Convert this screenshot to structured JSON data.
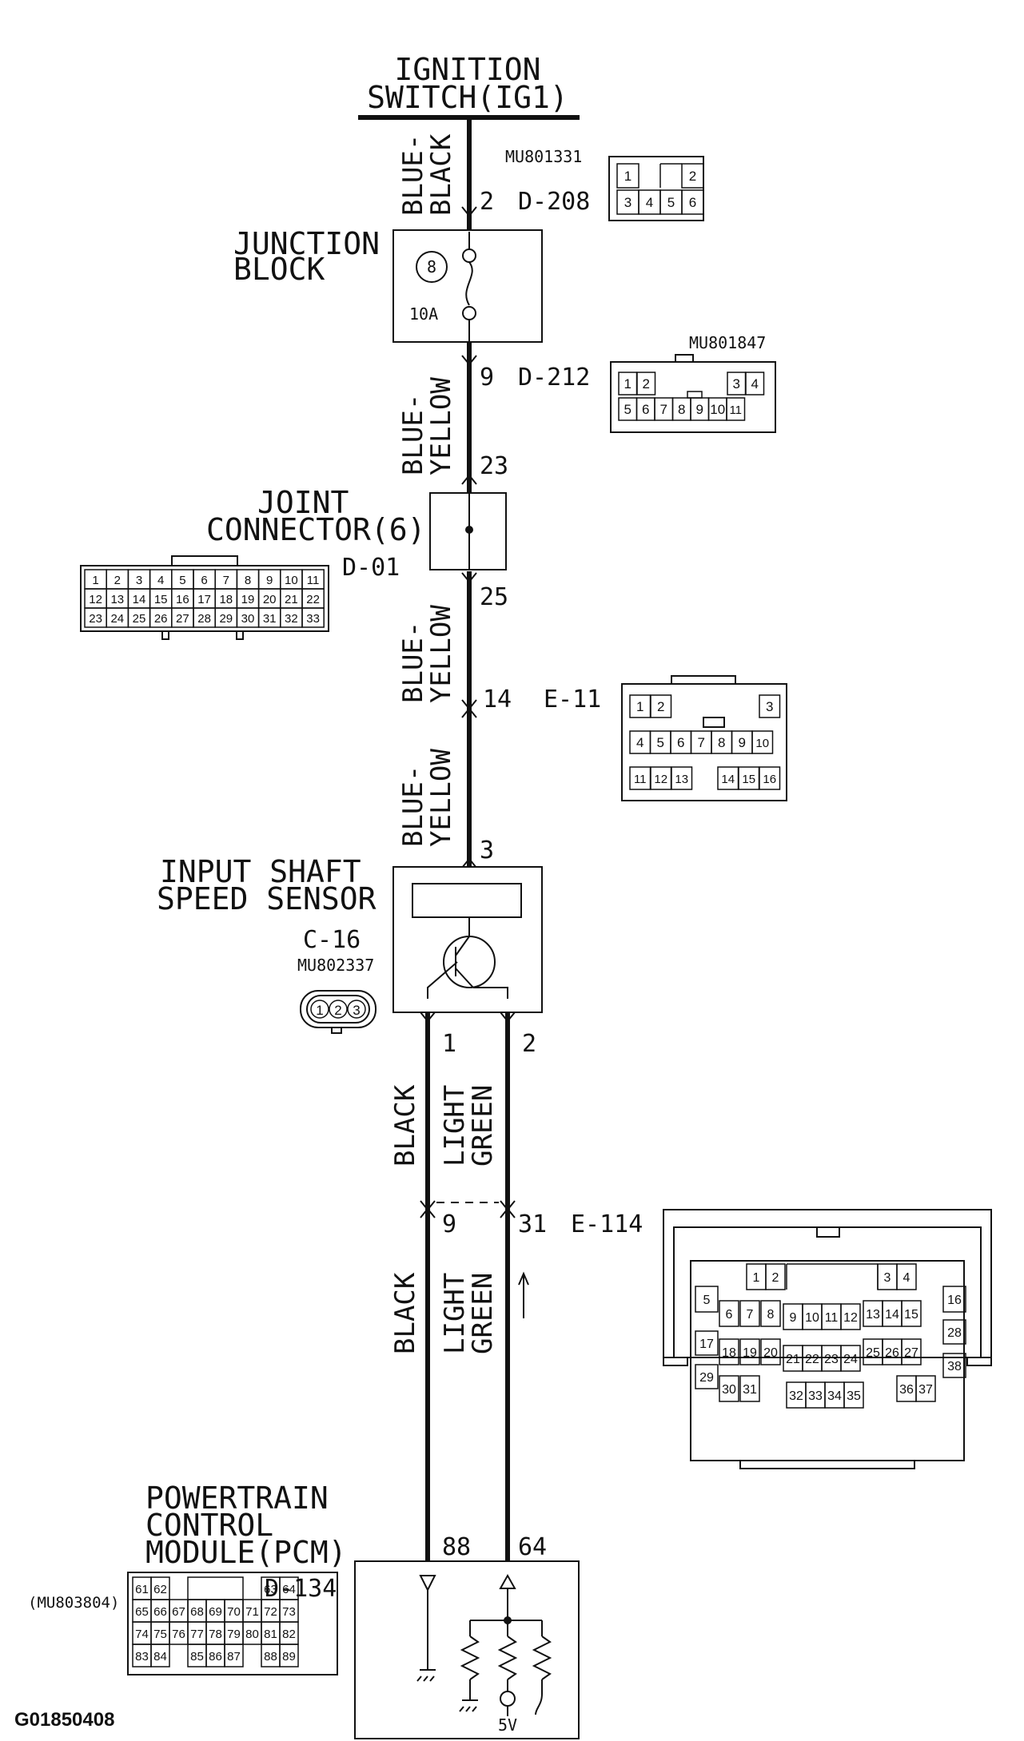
{
  "ignition": {
    "line1": "IGNITION",
    "line2": "SWITCH(IG1)"
  },
  "junction_block": {
    "line1": "JUNCTION",
    "line2": "BLOCK",
    "fuse_no": "8",
    "fuse_rating": "10A"
  },
  "joint_connector": {
    "line1": "JOINT",
    "line2": "CONNECTOR(6)",
    "id": "D-01"
  },
  "sensor": {
    "line1": "INPUT SHAFT",
    "line2": "SPEED SENSOR",
    "id": "C-16",
    "part": "MU802337"
  },
  "pcm": {
    "line1": "POWERTRAIN",
    "line2": "CONTROL",
    "line3": "MODULE(PCM)",
    "id": "D-134",
    "part": "(MU803804)",
    "supply": "5V"
  },
  "wires": {
    "w1": {
      "l1": "BLUE-",
      "l2": "BLACK"
    },
    "w2": {
      "l1": "BLUE-",
      "l2": "YELLOW"
    },
    "w3": {
      "l1": "BLUE-",
      "l2": "YELLOW"
    },
    "w4": {
      "l1": "BLUE-",
      "l2": "YELLOW"
    },
    "black_upper": "BLACK",
    "green_upper": {
      "l1": "LIGHT",
      "l2": "GREEN"
    },
    "black_lower": "BLACK",
    "green_lower": {
      "l1": "LIGHT",
      "l2": "GREEN"
    }
  },
  "pins": {
    "p2": "2",
    "p9": "9",
    "p23": "23",
    "p25": "25",
    "p14": "14",
    "p3": "3",
    "p1s": "1",
    "p2s": "2",
    "p9b": "9",
    "p31": "31",
    "p88": "88",
    "p64": "64"
  },
  "connectors": {
    "d208": {
      "id": "D-208",
      "part": "MU801331",
      "cells": [
        "1",
        "2",
        "3",
        "4",
        "5",
        "6"
      ]
    },
    "d212": {
      "id": "D-212",
      "part": "MU801847",
      "cells": [
        "1",
        "2",
        "3",
        "4",
        "5",
        "6",
        "7",
        "8",
        "9",
        "10",
        "11"
      ]
    },
    "d01": {
      "cells": [
        "1",
        "2",
        "3",
        "4",
        "5",
        "6",
        "7",
        "8",
        "9",
        "10",
        "11",
        "12",
        "13",
        "14",
        "15",
        "16",
        "17",
        "18",
        "19",
        "20",
        "21",
        "22",
        "23",
        "24",
        "25",
        "26",
        "27",
        "28",
        "29",
        "30",
        "31",
        "32",
        "33"
      ]
    },
    "e11": {
      "id": "E-11",
      "cells": [
        "1",
        "2",
        "3",
        "4",
        "5",
        "6",
        "7",
        "8",
        "9",
        "10",
        "11",
        "12",
        "13",
        "14",
        "15",
        "16"
      ]
    },
    "c16": {
      "cells": [
        "1",
        "2",
        "3"
      ]
    },
    "e114": {
      "id": "E-114",
      "cells": [
        "1",
        "2",
        "3",
        "4",
        "5",
        "6",
        "7",
        "8",
        "9",
        "10",
        "11",
        "12",
        "13",
        "14",
        "15",
        "16",
        "17",
        "18",
        "19",
        "20",
        "21",
        "22",
        "23",
        "24",
        "25",
        "26",
        "27",
        "28",
        "29",
        "30",
        "31",
        "32",
        "33",
        "34",
        "35",
        "36",
        "37",
        "38"
      ]
    },
    "d134": {
      "cells": [
        "61",
        "62",
        "63",
        "64",
        "65",
        "66",
        "67",
        "68",
        "69",
        "70",
        "71",
        "72",
        "73",
        "74",
        "75",
        "76",
        "77",
        "78",
        "79",
        "80",
        "81",
        "82",
        "83",
        "84",
        "85",
        "86",
        "87",
        "88",
        "89"
      ]
    }
  },
  "figure_id": "G01850408"
}
